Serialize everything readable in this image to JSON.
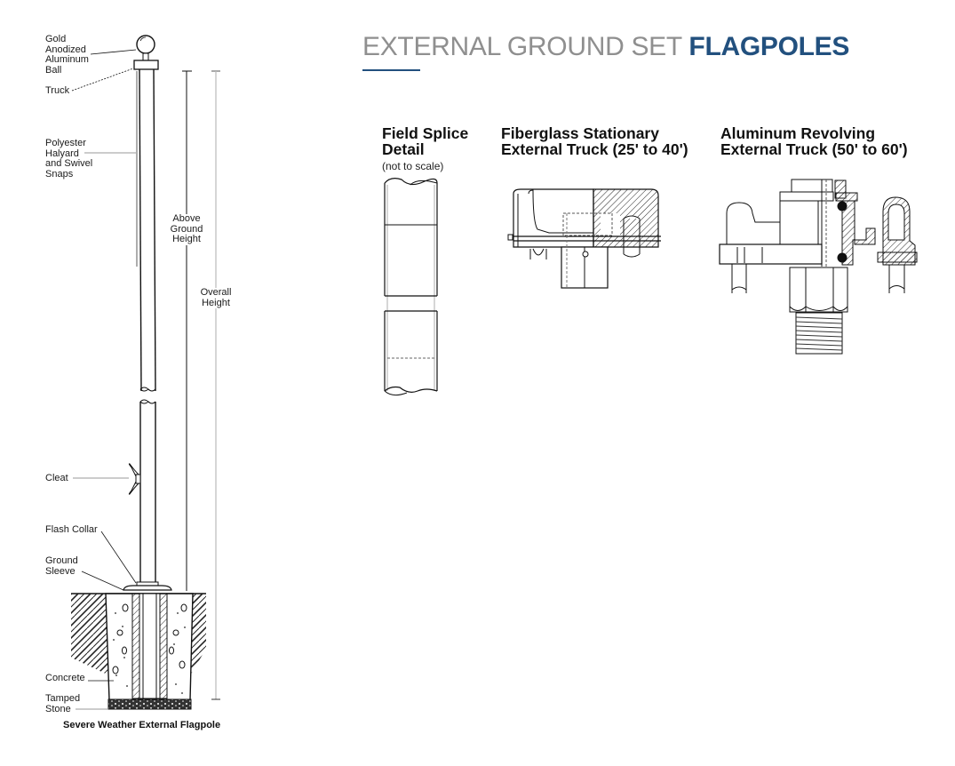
{
  "header": {
    "title_light": "EXTERNAL GROUND SET",
    "title_bold": "FLAGPOLES",
    "accent_color": "#22507e",
    "light_color": "#8f8f8f"
  },
  "flagpole_diagram": {
    "caption": "Severe Weather External Flagpole",
    "labels": {
      "ball": "Gold\nAnodized\nAluminum\nBall",
      "truck": "Truck",
      "halyard": "Polyester\nHalyard\nand Swivel\nSnaps",
      "cleat": "Cleat",
      "flash_collar": "Flash Collar",
      "ground_sleeve": "Ground\nSleeve",
      "concrete": "Concrete",
      "tamped_stone": "Tamped\nStone"
    },
    "dimensions": {
      "above_ground": "Above\nGround\nHeight",
      "overall": "Overall\nHeight"
    }
  },
  "details": [
    {
      "title": "Field Splice\nDetail",
      "subtitle": "(not to scale)"
    },
    {
      "title": "Fiberglass Stationary\nExternal Truck (25' to 40')"
    },
    {
      "title": "Aluminum Revolving\nExternal Truck (50' to 60')"
    }
  ]
}
